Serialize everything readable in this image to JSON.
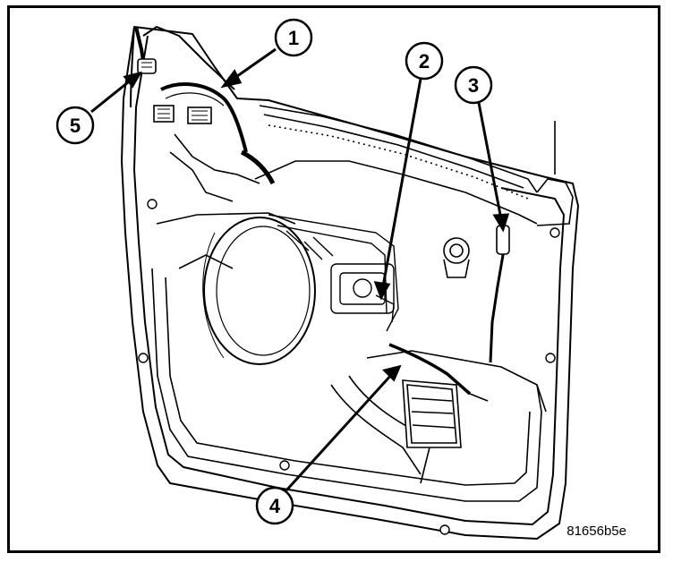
{
  "figure": {
    "id_code": "81656b5e",
    "subject": "door-trim-panel-removed-inner-door-assembly"
  },
  "callouts": [
    {
      "number": "1"
    },
    {
      "number": "2"
    },
    {
      "number": "3"
    },
    {
      "number": "4"
    },
    {
      "number": "5"
    }
  ]
}
